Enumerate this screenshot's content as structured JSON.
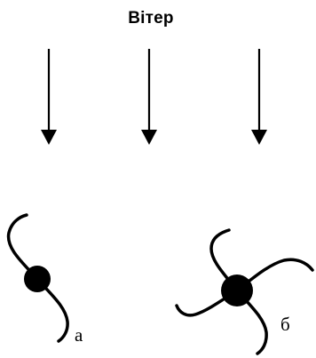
{
  "title": "Вітер",
  "labels": {
    "a": "а",
    "b": "б"
  },
  "colors": {
    "ink": "#000000",
    "background": "#ffffff"
  }
}
